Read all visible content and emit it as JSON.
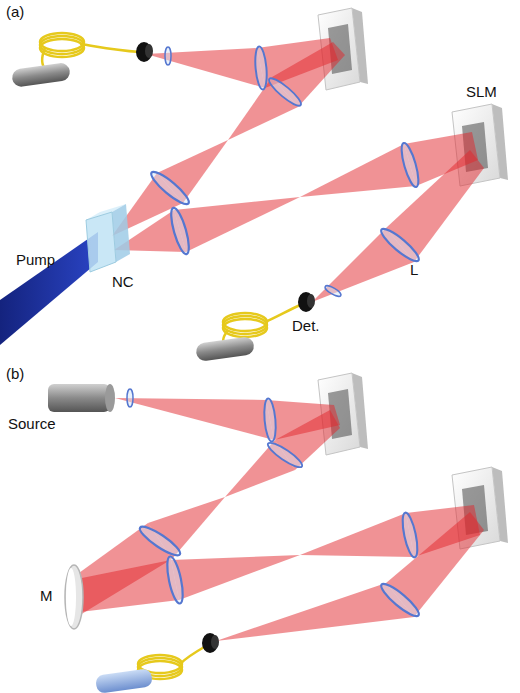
{
  "diagram": {
    "labels": [
      "(a)",
      "SLM",
      "Pump",
      "NC",
      "L",
      "Det.",
      "(b)",
      "Source",
      "M"
    ]
  }
}
